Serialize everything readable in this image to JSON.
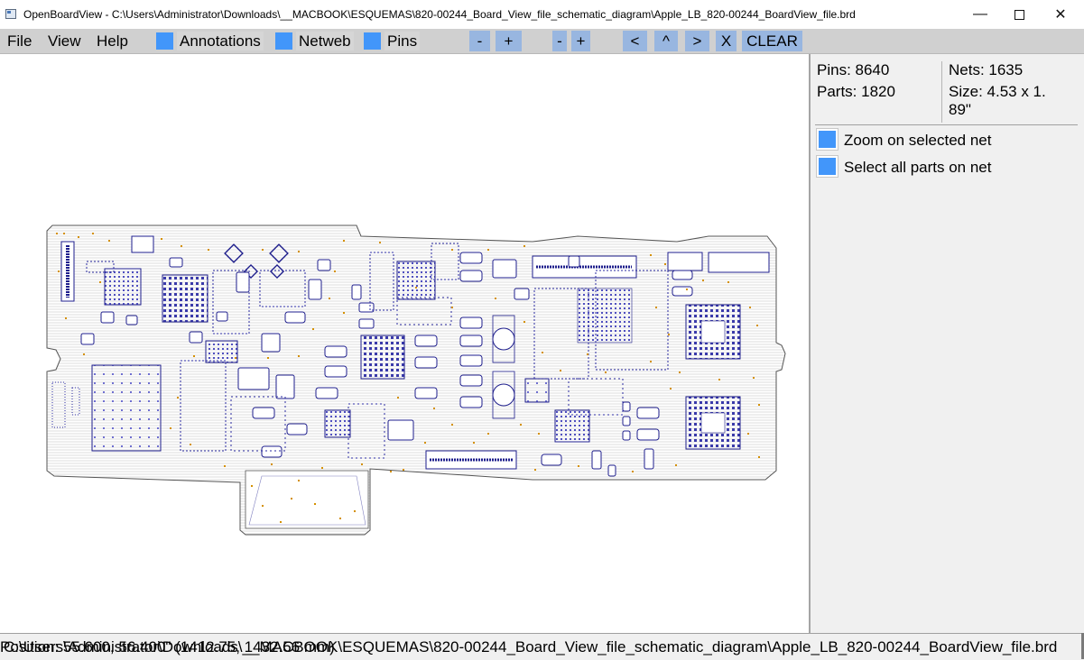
{
  "window": {
    "title": "OpenBoardView - C:\\Users\\Administrator\\Downloads\\__MACBOOK\\ESQUEMAS\\820-00244_Board_View_file_schematic_diagram\\Apple_LB_820-00244_BoardView_file.brd",
    "minimize_glyph": "—",
    "close_glyph": "✕"
  },
  "menu": {
    "file": "File",
    "view": "View",
    "help": "Help"
  },
  "toolbar": {
    "annotations_label": "Annotations",
    "netweb_label": "Netweb",
    "pins_label": "Pins",
    "zoom_out_1": "-",
    "zoom_in_1": "+",
    "zoom_out_2": "-",
    "zoom_in_2": "+",
    "prev": "<",
    "up": "^",
    "next": ">",
    "close_x": "X",
    "clear": "CLEAR"
  },
  "info": {
    "pins": "Pins: 8640",
    "nets": "Nets: 1635",
    "parts": "Parts: 1820",
    "size_line1": "Size: 4.53 x 1.",
    "size_line2": "89\""
  },
  "options": {
    "zoom_selected_net": "Zoom on selected net",
    "select_all_parts": "Select all parts on net"
  },
  "status": {
    "position_text": "Position: 55.600, 56.400\" (1412.75, 1432.56 mm)",
    "file_path": "C:\\Users\\Administrator\\Downloads\\__MACBOOK\\ESQUEMAS\\820-00244_Board_View_file_schematic_diagram\\Apple_LB_820-00244_BoardView_file.brd"
  },
  "colors": {
    "checkbox": "#4296fa",
    "toolbar_button": "#98b6e0",
    "board_outline": "#555555",
    "component": "#1e1e8c",
    "pin_dot": "#d49000"
  }
}
